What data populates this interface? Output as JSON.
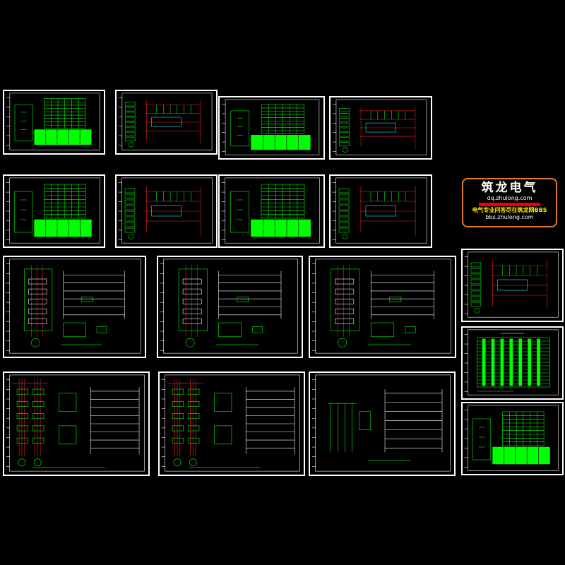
{
  "stamp": {
    "title": "筑龙电气",
    "domain1": "dq.zhulong.com",
    "slogan": "电气专业问答尽在筑龙网BBS",
    "domain2": "bbs.zhulong.com"
  },
  "sheets": [
    {
      "kind": "panel"
    },
    {
      "kind": "wiring"
    },
    {
      "kind": "panel"
    },
    {
      "kind": "wiring"
    },
    {
      "kind": "panel"
    },
    {
      "kind": "wiring"
    },
    {
      "kind": "panel"
    },
    {
      "kind": "wiring"
    },
    {
      "kind": "circuit"
    },
    {
      "kind": "circuit"
    },
    {
      "kind": "circuit"
    },
    {
      "kind": "wiring"
    },
    {
      "kind": "table"
    },
    {
      "kind": "motor"
    },
    {
      "kind": "motor"
    },
    {
      "kind": "control"
    },
    {
      "kind": "panel"
    }
  ],
  "colors": {
    "line": "#00ff00",
    "red": "#ff2020",
    "white": "#ffffff",
    "cyan": "#00ffff",
    "orange": "#e07a2c"
  }
}
